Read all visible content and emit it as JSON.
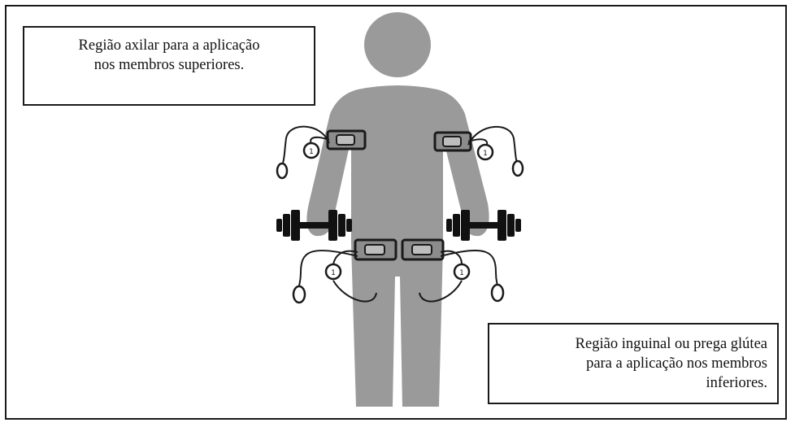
{
  "callouts": {
    "upper": {
      "line1": "Região axilar para a aplicação",
      "line2": "nos membros superiores."
    },
    "lower": {
      "line1": "Região inguinal ou prega glútea",
      "line2": "para a aplicação nos membros",
      "line3": "inferiores."
    }
  },
  "cuff_labels": {
    "arm_left": "1",
    "arm_right": "1",
    "leg_left": "1",
    "leg_right": "1"
  },
  "colors": {
    "figure": "#9a9a9a",
    "outline": "#1a1a1a",
    "cuff": "#8c8c8c",
    "dumbbell": "#111111"
  }
}
